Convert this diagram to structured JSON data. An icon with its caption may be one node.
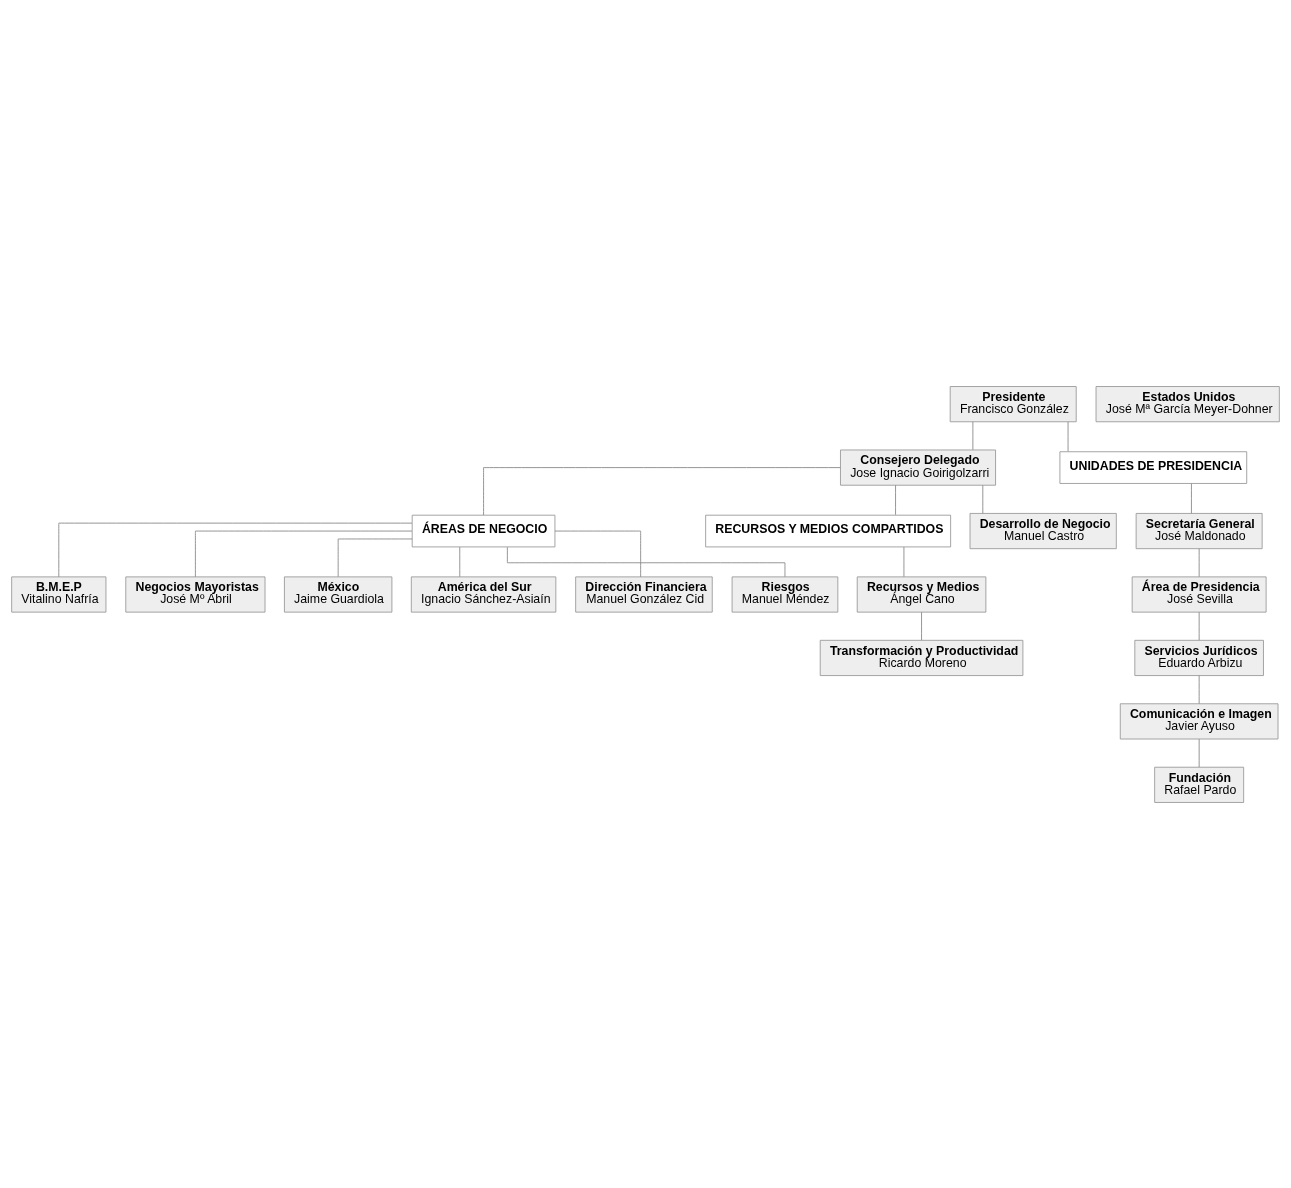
{
  "diagram": {
    "nodes": [
      {
        "text": [
          "Presidente",
          "Francisco González"
        ]
      },
      {
        "text": [
          "Consejero Delegado",
          "Jose Ignacio Goirigolzarri"
        ]
      },
      {
        "text": [
          "ÁREAS DE NEGOCIO"
        ]
      },
      {
        "text": [
          "RECURSOS Y MEDIOS COMPARTIDOS"
        ]
      },
      {
        "text": [
          "UNIDADES DE PRESIDENCIA"
        ]
      },
      {
        "text": [
          "B.M.E.P",
          "Vitalino Nafría"
        ]
      },
      {
        "text": [
          "Negocios Mayoristas",
          "José Mº Abril"
        ]
      },
      {
        "text": [
          "México",
          "Jaime Guardiola"
        ]
      },
      {
        "text": [
          "América del Sur",
          "Ignacio Sánchez-Asiaín"
        ]
      },
      {
        "text": [
          "Estados Unidos",
          "José Mª García Meyer-Dohner"
        ]
      },
      {
        "text": [
          "Dirección Financiera",
          "Manuel González Cid"
        ]
      },
      {
        "text": [
          "Riesgos",
          "Manuel Méndez"
        ]
      },
      {
        "text": [
          "Desarrollo de Negocio",
          "Manuel Castro"
        ]
      },
      {
        "text": [
          "Recursos y Medios",
          "Ángel Cano"
        ]
      },
      {
        "text": [
          "Transformación y Productividad",
          "Ricardo Moreno"
        ]
      },
      {
        "text": [
          "Secretaría General",
          "José Maldonado"
        ]
      },
      {
        "text": [
          "Área de Presidencia",
          "José Sevilla"
        ]
      },
      {
        "text": [
          "Servicios Jurídicos",
          "Eduardo Arbizu"
        ]
      },
      {
        "text": [
          "Comunicación e Imagen",
          "Javier Ayuso"
        ]
      },
      {
        "text": [
          "Fundación",
          "Rafael Pardo"
        ]
      }
    ],
    "edges": [
      {
        "from": 0,
        "to": 1,
        "arrow": "none"
      },
      {
        "from": 0,
        "to": 4,
        "arrow": "none"
      },
      {
        "from": 1,
        "to": 2,
        "arrow": "none"
      },
      {
        "from": 1,
        "to": 3,
        "arrow": "none"
      },
      {
        "from": 1,
        "to": 12,
        "arrow": "none"
      },
      {
        "from": 2,
        "to": 5,
        "arrow": "none"
      },
      {
        "from": 2,
        "to": 6,
        "arrow": "none"
      },
      {
        "from": 2,
        "to": 7,
        "arrow": "none"
      },
      {
        "from": 2,
        "to": 8,
        "arrow": "none"
      },
      {
        "from": 2,
        "to": 10,
        "arrow": "none"
      },
      {
        "from": 2,
        "to": 11,
        "arrow": "none"
      },
      {
        "from": 3,
        "to": 13,
        "arrow": "none"
      },
      {
        "from": 13,
        "to": 14,
        "arrow": "none"
      },
      {
        "from": 4,
        "to": 15,
        "arrow": "none"
      },
      {
        "from": 15,
        "to": 16,
        "arrow": "none"
      },
      {
        "from": 16,
        "to": 17,
        "arrow": "none"
      },
      {
        "from": 17,
        "to": 18,
        "arrow": "none"
      },
      {
        "from": 18,
        "to": 19,
        "arrow": "none"
      }
    ]
  }
}
